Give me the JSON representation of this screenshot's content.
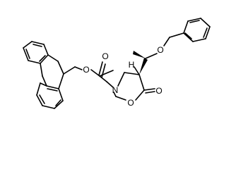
{
  "molecule": {
    "atoms": {
      "n3": "N",
      "o_ring": "O",
      "o_carbonyl_ring": "O",
      "o_carbamate_carbonyl": "O",
      "o_carbamate_ester": "O",
      "o_ether": "O",
      "h_stereo": "H"
    }
  }
}
